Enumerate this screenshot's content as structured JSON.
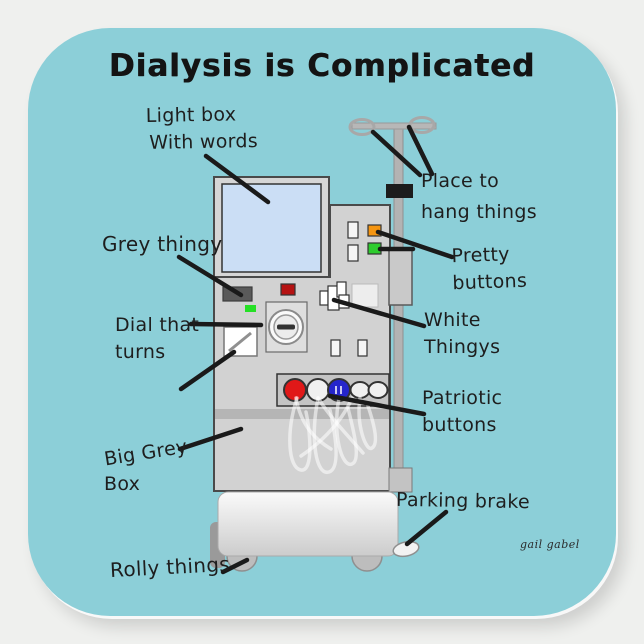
{
  "sticker": {
    "title": "Dialysis is Complicated",
    "signature": "gail gabel",
    "colors": {
      "sticker_background": "#8ccfd8",
      "page_background": "#eff0ee",
      "ink": "#1a1a1a",
      "machine_grey": "#d2d2d2",
      "screen_blue": "#cbdef5",
      "pretty_button_orange": "#f59511",
      "pretty_button_green": "#2ecc2e",
      "patriotic_red": "#e01818",
      "patriotic_white": "#f0f0f0",
      "patriotic_blue": "#2525cc"
    }
  },
  "labels": {
    "light_box": {
      "line1": "Light box",
      "line2": "With words"
    },
    "grey_thingy": {
      "line1": "Grey thingy"
    },
    "dial_that_turns": {
      "line1": "Dial that",
      "line2": "turns"
    },
    "big_grey_box": {
      "line1": "Big Grey",
      "line2": "Box"
    },
    "rolly_things": {
      "line1": "Rolly things"
    },
    "place_to_hang": {
      "line1": "Place to",
      "line2": "hang things"
    },
    "pretty_buttons": {
      "line1": "Pretty",
      "line2": "buttons"
    },
    "white_thingys": {
      "line1": "White",
      "line2": "Thingys"
    },
    "patriotic_buttons": {
      "line1": "Patriotic",
      "line2": "buttons"
    },
    "parking_brake": {
      "line1": "Parking brake"
    }
  }
}
